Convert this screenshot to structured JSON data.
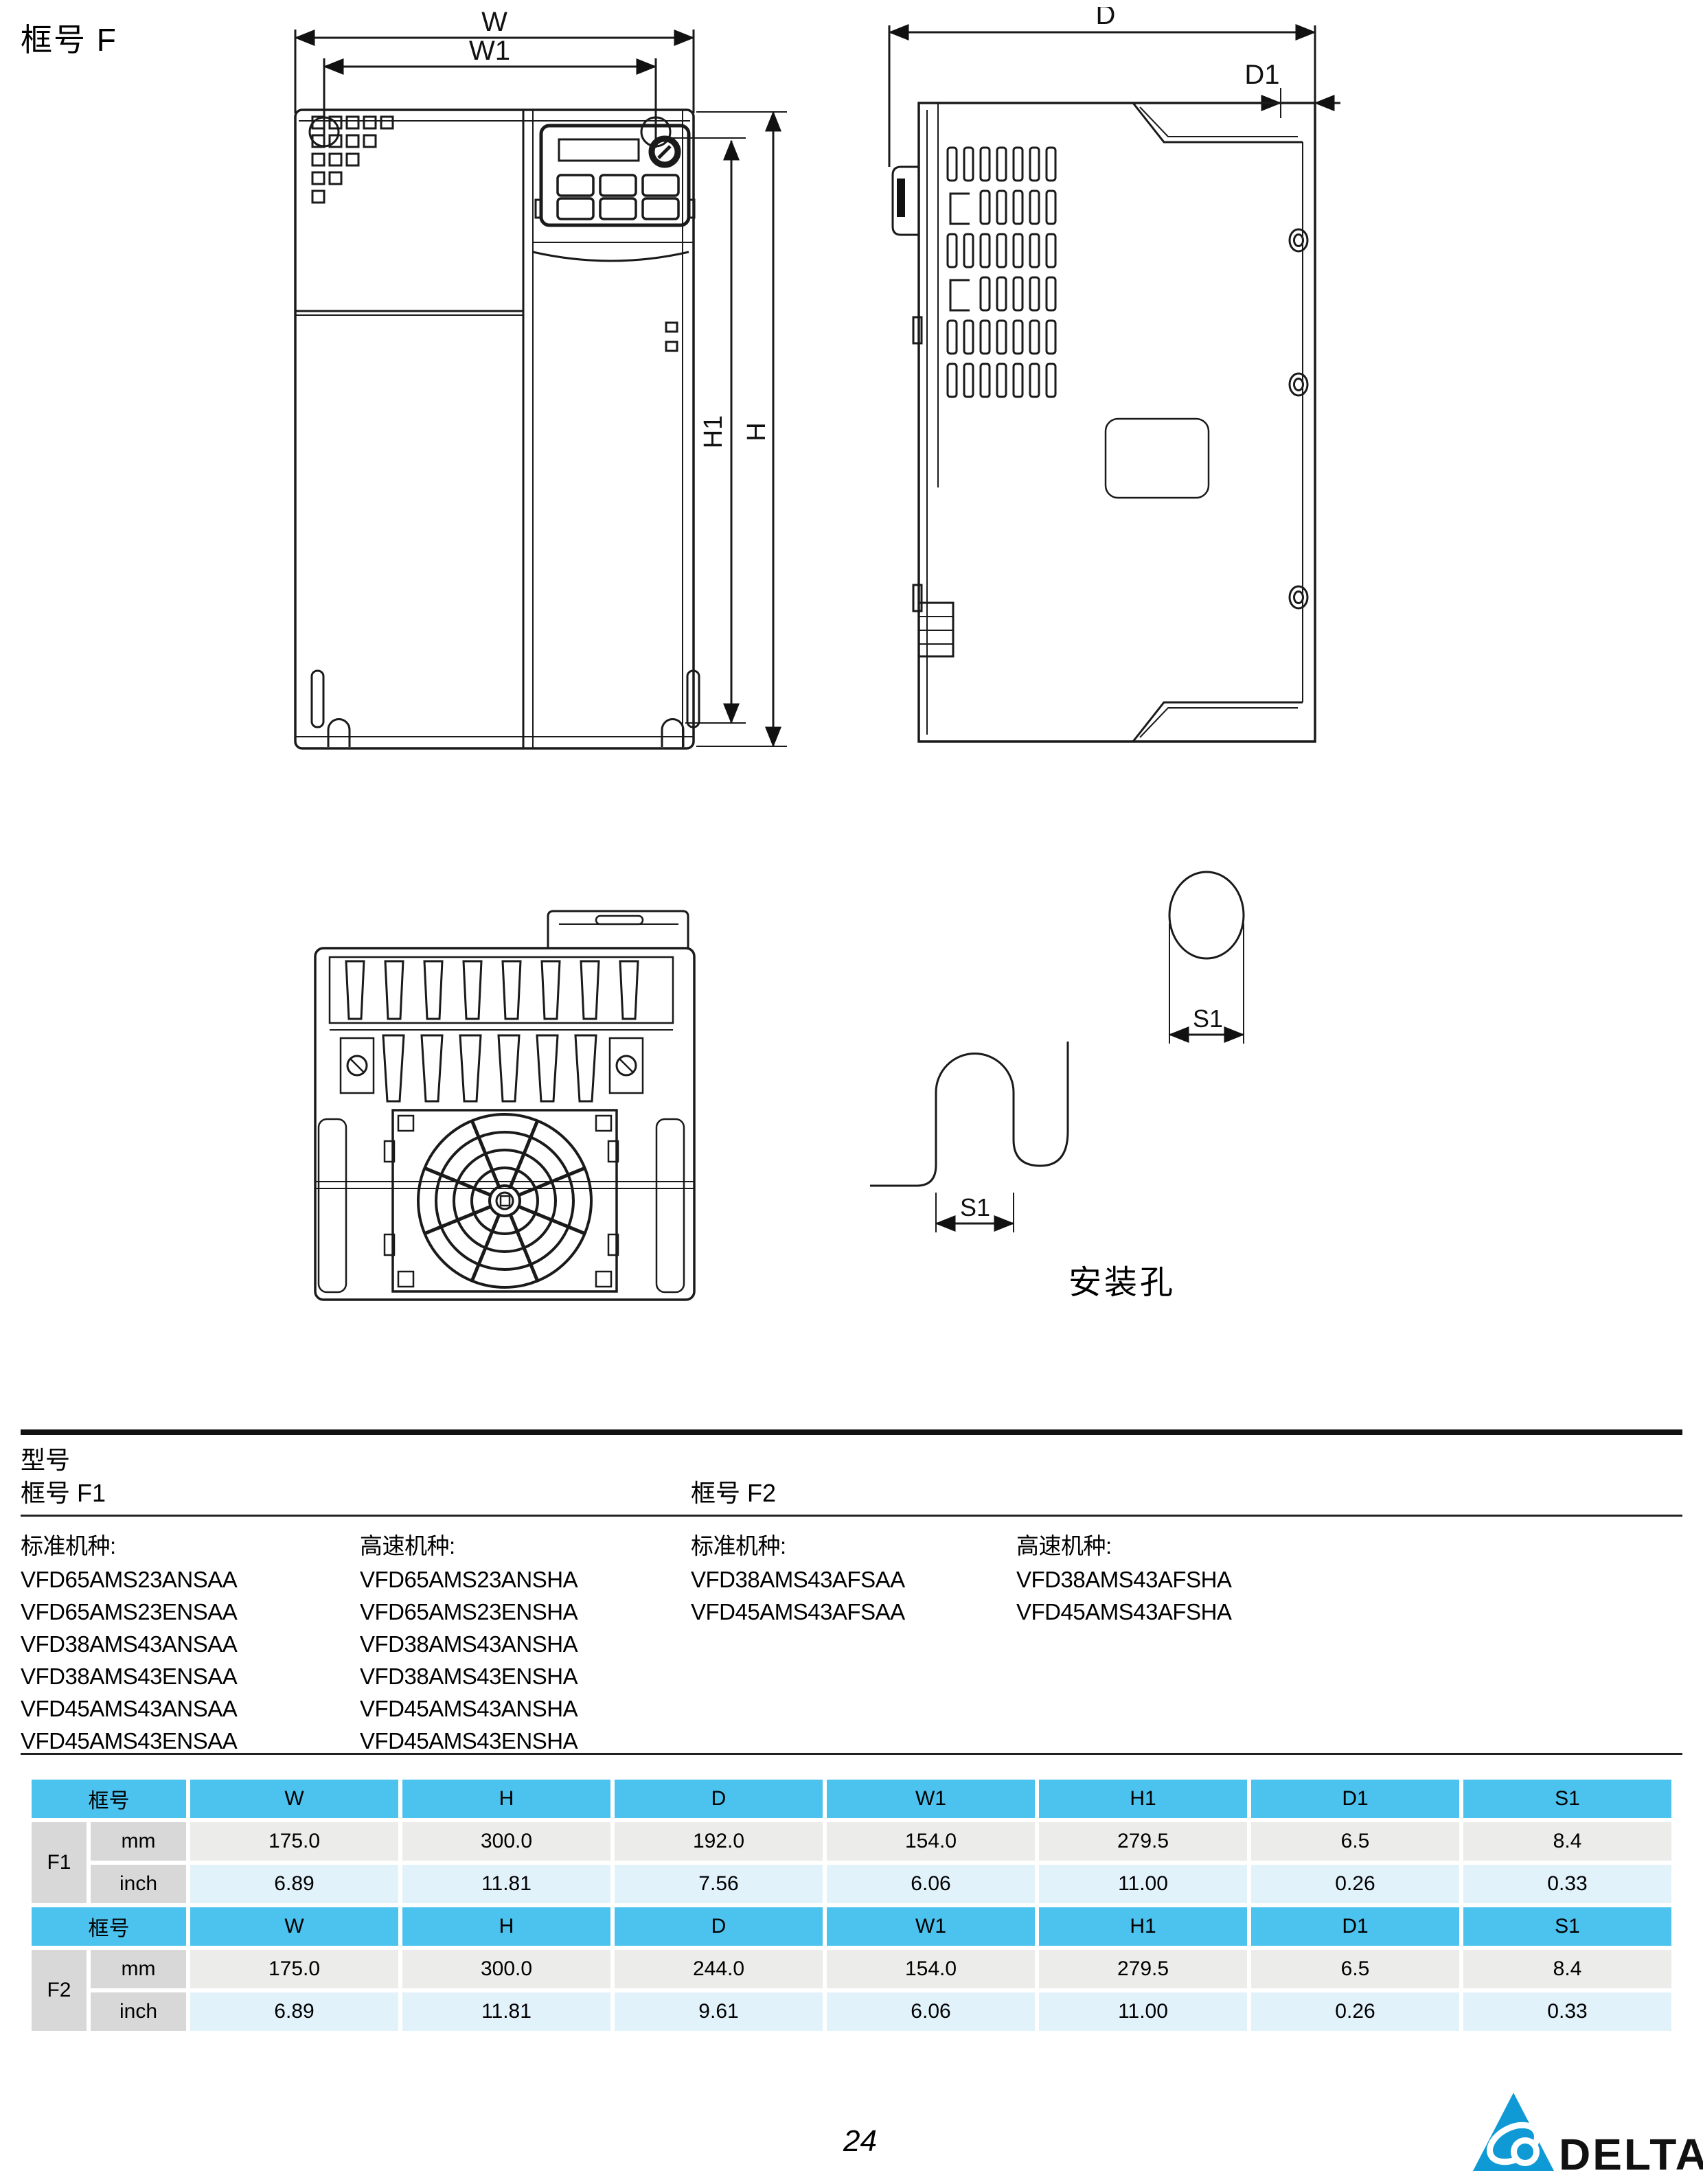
{
  "page": {
    "title": "框号 F",
    "page_number": "24"
  },
  "colors": {
    "header_blue": "#4CC2EE",
    "label_gray": "#D8D8D8",
    "row_gray": "#ECECEA",
    "row_blue": "#E2F2FB",
    "delta_blue": "#0F9AD6",
    "line_black": "#111111"
  },
  "drawings": {
    "front": {
      "w": "W",
      "w1": "W1",
      "h": "H",
      "h1": "H1"
    },
    "side": {
      "d": "D",
      "d1": "D1"
    },
    "mounting": {
      "s1_circle": "S1",
      "s1_slot": "S1",
      "caption": "安装孔"
    }
  },
  "models": {
    "section_title": "型号",
    "f1_title": "框号 F1",
    "f2_title": "框号 F2",
    "standard_label": "标准机种:",
    "highspeed_label": "高速机种:",
    "f1_standard": [
      "VFD65AMS23ANSAA",
      "VFD65AMS23ENSAA",
      "VFD38AMS43ANSAA",
      "VFD38AMS43ENSAA",
      "VFD45AMS43ANSAA",
      "VFD45AMS43ENSAA"
    ],
    "f1_highspeed": [
      "VFD65AMS23ANSHA",
      "VFD65AMS23ENSHA",
      "VFD38AMS43ANSHA",
      "VFD38AMS43ENSHA",
      "VFD45AMS43ANSHA",
      "VFD45AMS43ENSHA"
    ],
    "f2_standard": [
      "VFD38AMS43AFSAA",
      "VFD45AMS43AFSAA"
    ],
    "f2_highspeed": [
      "VFD38AMS43AFSHA",
      "VFD45AMS43AFSHA"
    ]
  },
  "dim_table": {
    "header": [
      "框号",
      "W",
      "H",
      "D",
      "W1",
      "H1",
      "D1",
      "S1"
    ],
    "unit_mm": "mm",
    "unit_inch": "inch",
    "f1": {
      "label": "F1",
      "mm": [
        "175.0",
        "300.0",
        "192.0",
        "154.0",
        "279.5",
        "6.5",
        "8.4"
      ],
      "inch": [
        "6.89",
        "11.81",
        "7.56",
        "6.06",
        "11.00",
        "0.26",
        "0.33"
      ]
    },
    "f2": {
      "label": "F2",
      "mm": [
        "175.0",
        "300.0",
        "244.0",
        "154.0",
        "279.5",
        "6.5",
        "8.4"
      ],
      "inch": [
        "6.89",
        "11.81",
        "9.61",
        "6.06",
        "11.00",
        "0.26",
        "0.33"
      ]
    }
  },
  "logo": {
    "brand": "DELTA"
  }
}
